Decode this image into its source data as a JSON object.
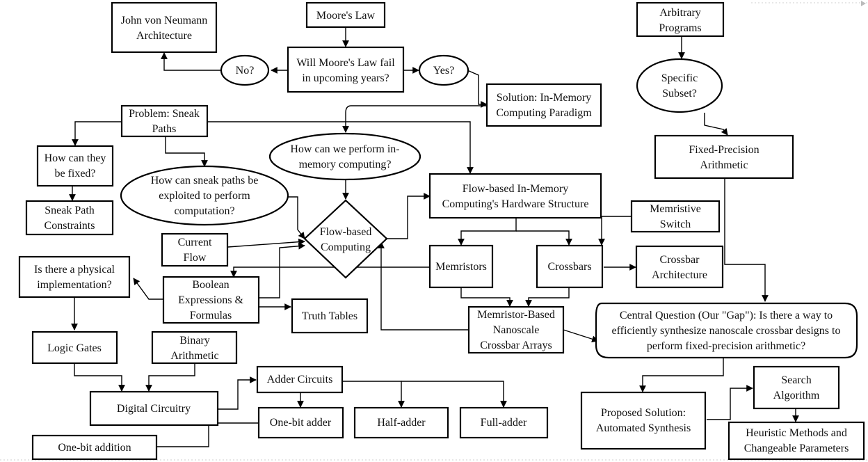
{
  "colors": {
    "default_text": "#111111",
    "flow_based_computing": "#e00000",
    "central_question": "#1a7a2e",
    "proposed_solution": "#6a6ae0"
  },
  "nodes": {
    "moores_law": [
      "Moore's Law"
    ],
    "von_neumann": [
      "John von Neumann",
      "Architecture"
    ],
    "will_fail": [
      "Will Moore's Law fail",
      "in upcoming years?"
    ],
    "no": [
      "No?"
    ],
    "yes": [
      "Yes?"
    ],
    "solution": [
      "Solution: In-Memory",
      "Computing Paradigm"
    ],
    "arbitrary_programs": [
      "Arbitrary",
      "Programs"
    ],
    "specific_subset": [
      "Specific",
      "Subset?"
    ],
    "fixed_precision": [
      "Fixed-Precision",
      "Arithmetic"
    ],
    "sneak_paths_problem": [
      "Problem: Sneak",
      "Paths"
    ],
    "how_fixed": [
      "How can they",
      "be fixed?"
    ],
    "sneak_constraints": [
      "Sneak Path",
      "Constraints"
    ],
    "how_exploited": [
      "How can sneak paths be",
      "exploited to perform",
      "computation?"
    ],
    "how_perform": [
      "How can we perform in-",
      "memory computing?"
    ],
    "flow_based": [
      "Flow-based",
      "Computing"
    ],
    "hardware_structure": [
      "Flow-based In-Memory",
      "Computing's Hardware Structure"
    ],
    "memristive_switch": [
      "Memristive",
      "Switch"
    ],
    "current_flow": [
      "Current",
      "Flow"
    ],
    "memristors": [
      "Memristors"
    ],
    "crossbars": [
      "Crossbars"
    ],
    "crossbar_architecture": [
      "Crossbar",
      "Architecture"
    ],
    "physical_impl": [
      "Is there a physical",
      "implementation?"
    ],
    "boolean": [
      "Boolean",
      "Expressions &",
      "Formulas"
    ],
    "truth_tables": [
      "Truth Tables"
    ],
    "memristor_arrays": [
      "Memristor-Based",
      "Nanoscale",
      "Crossbar Arrays"
    ],
    "central_question": [
      "Central Question (Our \"Gap\"): Is there a way to",
      "efficiently synthesize nanoscale crossbar designs to",
      "perform fixed-precision arithmetic?"
    ],
    "logic_gates": [
      "Logic Gates"
    ],
    "binary_arithmetic": [
      "Binary",
      "Arithmetic"
    ],
    "digital_circuitry": [
      "Digital Circuitry"
    ],
    "adder_circuits": [
      "Adder Circuits"
    ],
    "one_bit_adder": [
      "One-bit adder"
    ],
    "half_adder": [
      "Half-adder"
    ],
    "full_adder": [
      "Full-adder"
    ],
    "one_bit_addition": [
      "One-bit addition"
    ],
    "proposed_solution": [
      "Proposed Solution:",
      "Automated Synthesis"
    ],
    "search_algorithm": [
      "Search",
      "Algorithm"
    ],
    "heuristic_methods": [
      "Heuristic Methods and",
      "Changeable Parameters"
    ]
  }
}
